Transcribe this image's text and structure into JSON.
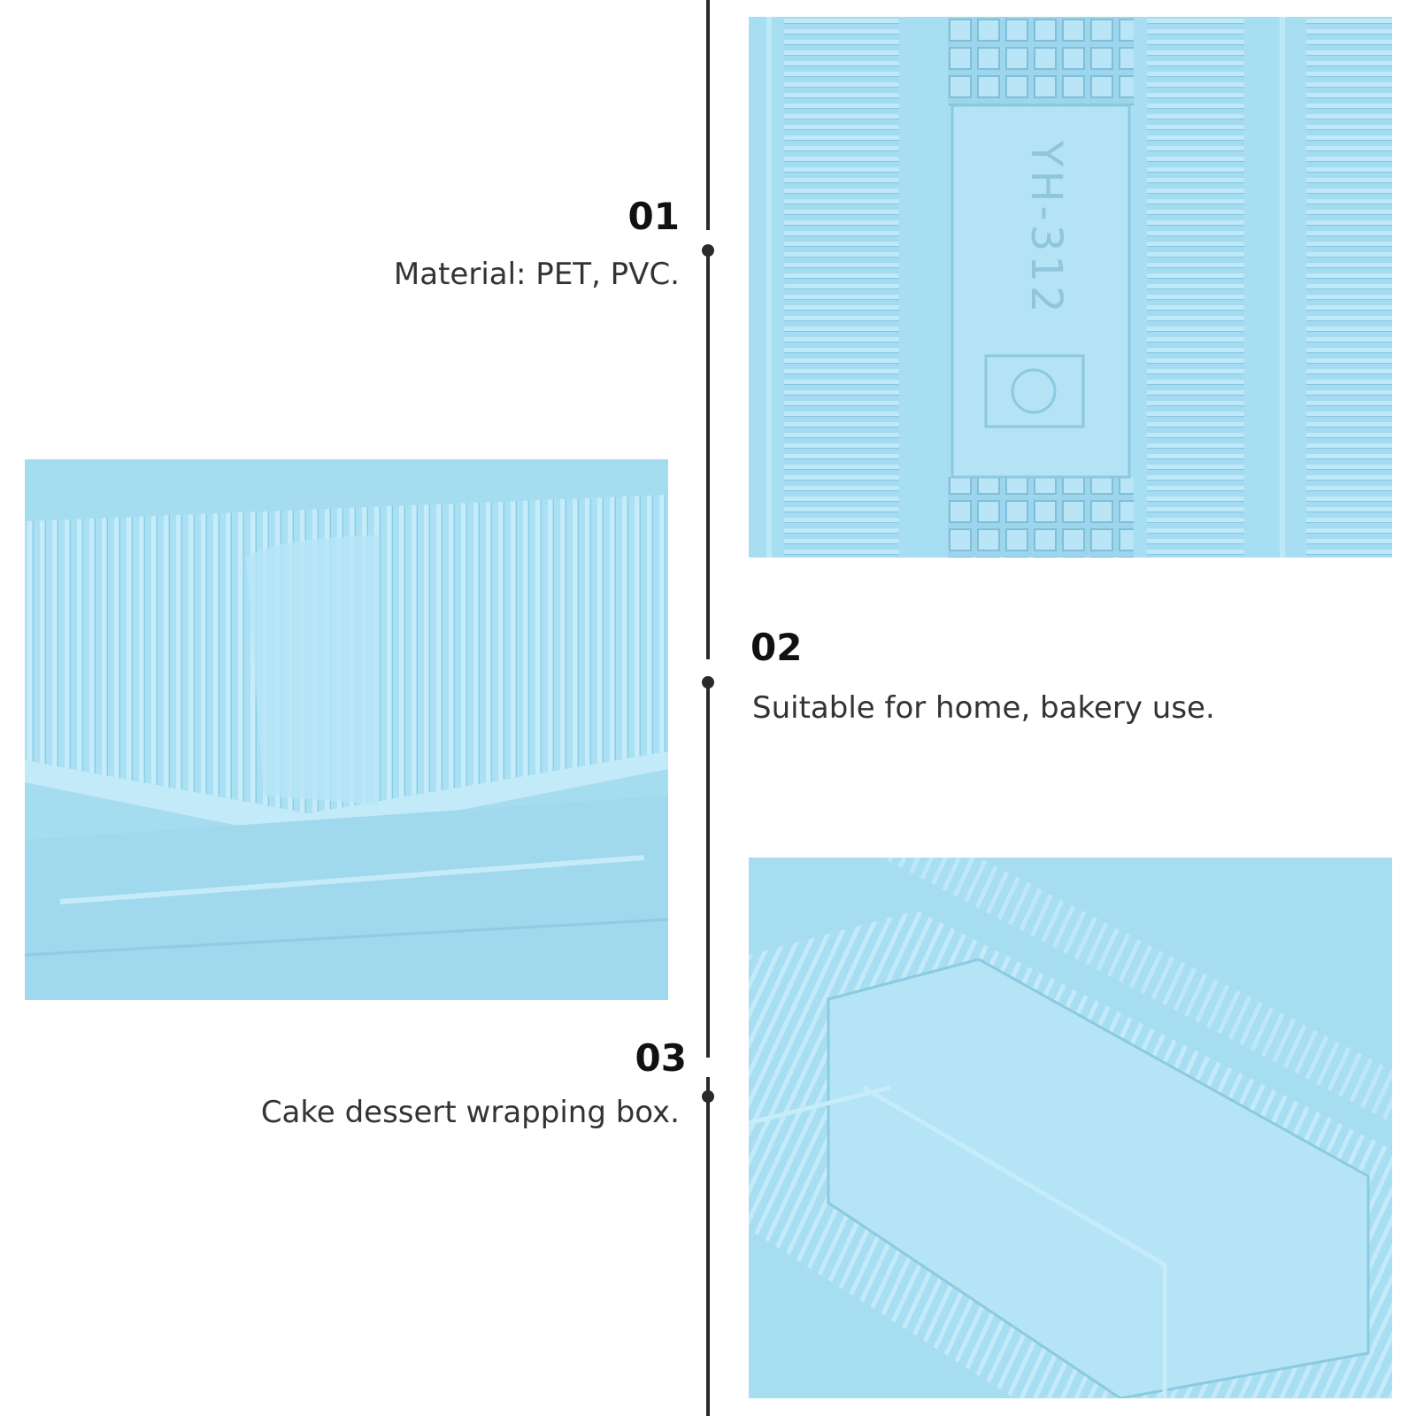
{
  "features": [
    {
      "number": "01",
      "text": "Material: PET, PVC."
    },
    {
      "number": "02",
      "text": "Suitable for home, bakery use."
    },
    {
      "number": "03",
      "text": "Cake dessert wrapping box."
    }
  ],
  "photos": {
    "top_right": {
      "embossed_code": "YH-312"
    }
  },
  "colors": {
    "photo_tint": "#a7def2",
    "line": "#2a2a2a",
    "heading": "#111111",
    "body_text": "#333333"
  }
}
